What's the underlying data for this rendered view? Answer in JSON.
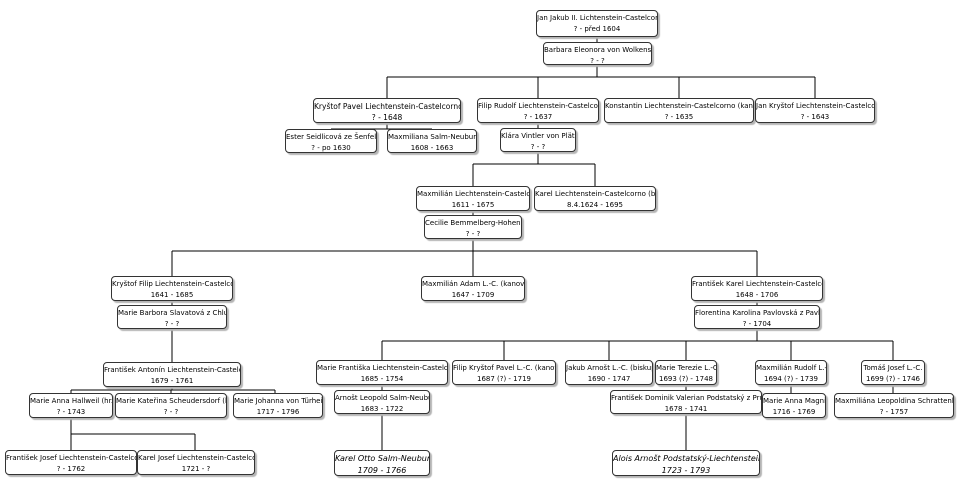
{
  "people": {
    "jan_jakub": {
      "name": "Jan Jakub II. Lichtenstein-Castelcorno",
      "dates": "? - před 1604"
    },
    "barbara": {
      "name": "Barbara Eleonora von Wolkenstein",
      "dates": "? - ?"
    },
    "krystof_pavel": {
      "name": "Kryštof Pavel Liechtenstein-Castelcorno",
      "dates": "? - 1648"
    },
    "filip_rudolf": {
      "name": "Filip Rudolf Liechtenstein-Castelcorno",
      "dates": "? - 1637"
    },
    "konstantin": {
      "name": "Konstantin Liechtenstein-Castelcorno (kanovník)",
      "dates": "? - 1635"
    },
    "jan_krystof": {
      "name": "Jan Kryštof Liechtenstein-Castelcorno (biskup)",
      "dates": "? - 1643"
    },
    "ester": {
      "name": "Ester  Seidlicová ze Šenfeldu",
      "dates": "? - po 1630"
    },
    "maxmiliana": {
      "name": "Maxmiliana Salm-Neuburg",
      "dates": "1608 - 1663"
    },
    "klara": {
      "name": "Klára Vintler von Plätsch",
      "dates": "? - ?"
    },
    "maxmilian": {
      "name": "Maxmilián Liechtenstein-Castelcorno",
      "dates": "1611 - 1675"
    },
    "karel_biskup": {
      "name": "Karel Liechtenstein-Castelcorno (biskup)",
      "dates": "8.4.1624 - 1695"
    },
    "cecilie": {
      "name": "Cecilie Bemmelberg-Hohenberg",
      "dates": "? - ?"
    },
    "krystof_filip": {
      "name": "Kryštof Filip Liechtenstein-Castelcorno",
      "dates": "1641 - 1685"
    },
    "maxmilian_adam": {
      "name": "Maxmilián Adam L.-C. (kanovník)",
      "dates": "1647 - 1709"
    },
    "frantisek_karel": {
      "name": "František Karel Liechtenstein-Castelcorno",
      "dates": "1648 - 1706"
    },
    "marie_barbora": {
      "name": "Marie Barbora Slavatová z Chlumu",
      "dates": "? - ?"
    },
    "florentina": {
      "name": "Florentina Karolina Pavlovská z Pavlovic",
      "dates": "? - 1704"
    },
    "frantisek_antonin": {
      "name": "František Antonín Liechtenstein-Castelcorno",
      "dates": "1679 - 1761"
    },
    "marie_frantiska": {
      "name": "Marie Františka Liechtenstein-Castelcorno",
      "dates": "1685 - 1754"
    },
    "filip_krystof": {
      "name": "Filip Kryštof Pavel L.-C. (kanovník)",
      "dates": "1687 (?) - 1719"
    },
    "jakub_arnost": {
      "name": "Jakub Arnošt L.-C. (biskup)",
      "dates": "1690 - 1747"
    },
    "marie_terezie": {
      "name": "Marie Terezie L.-C.",
      "dates": "1693 (?) - 1748"
    },
    "maxmilian_rudolf": {
      "name": "Maxmilián Rudolf L.-C.",
      "dates": "1694 (?) - 1739"
    },
    "tomas_josef": {
      "name": "Tomáš Josef  L.-C.",
      "dates": "1699 (?) - 1746"
    },
    "marie_anna_hallweil": {
      "name": "Marie Anna Hallweil (hr.)",
      "dates": "? - 1743"
    },
    "marie_katerina": {
      "name": "Marie Kateřina Scheudersdorf (hr.)",
      "dates": "? - ?"
    },
    "marie_johanna": {
      "name": "Marie Johanna von Türheim",
      "dates": "1717 - 1796"
    },
    "arnost_leopold": {
      "name": "Arnošt Leopold Salm-Neuburg",
      "dates": "1683 - 1722"
    },
    "frantisek_dominik": {
      "name": "František Dominik Valerian Podstatský z Prusinovic",
      "dates": "1678 - 1741"
    },
    "marie_anna_magni": {
      "name": "Marie Anna Magni",
      "dates": "1716 - 1769"
    },
    "maxmiliana_leopoldina": {
      "name": "Maxmiliána Leopoldina Schrattenbach",
      "dates": "? - 1757"
    },
    "frantisek_josef": {
      "name": "František Josef Liechtenstein-Castelcorno",
      "dates": "? - 1762"
    },
    "karel_josef": {
      "name": "Karel Josef Liechtenstein-Castelcorno",
      "dates": "1721 - ?"
    },
    "karel_otto": {
      "name": "Karel Otto Salm-Neuburg",
      "dates": "1709 - 1766"
    },
    "alois_arnost": {
      "name": "Alois Arnošt Podstatský-Liechtenstein",
      "dates": "1723 - 1793"
    }
  },
  "colors": {
    "border": "#333333",
    "line": "#000000",
    "shadow": "#b5b5b5",
    "background": "#ffffff"
  }
}
